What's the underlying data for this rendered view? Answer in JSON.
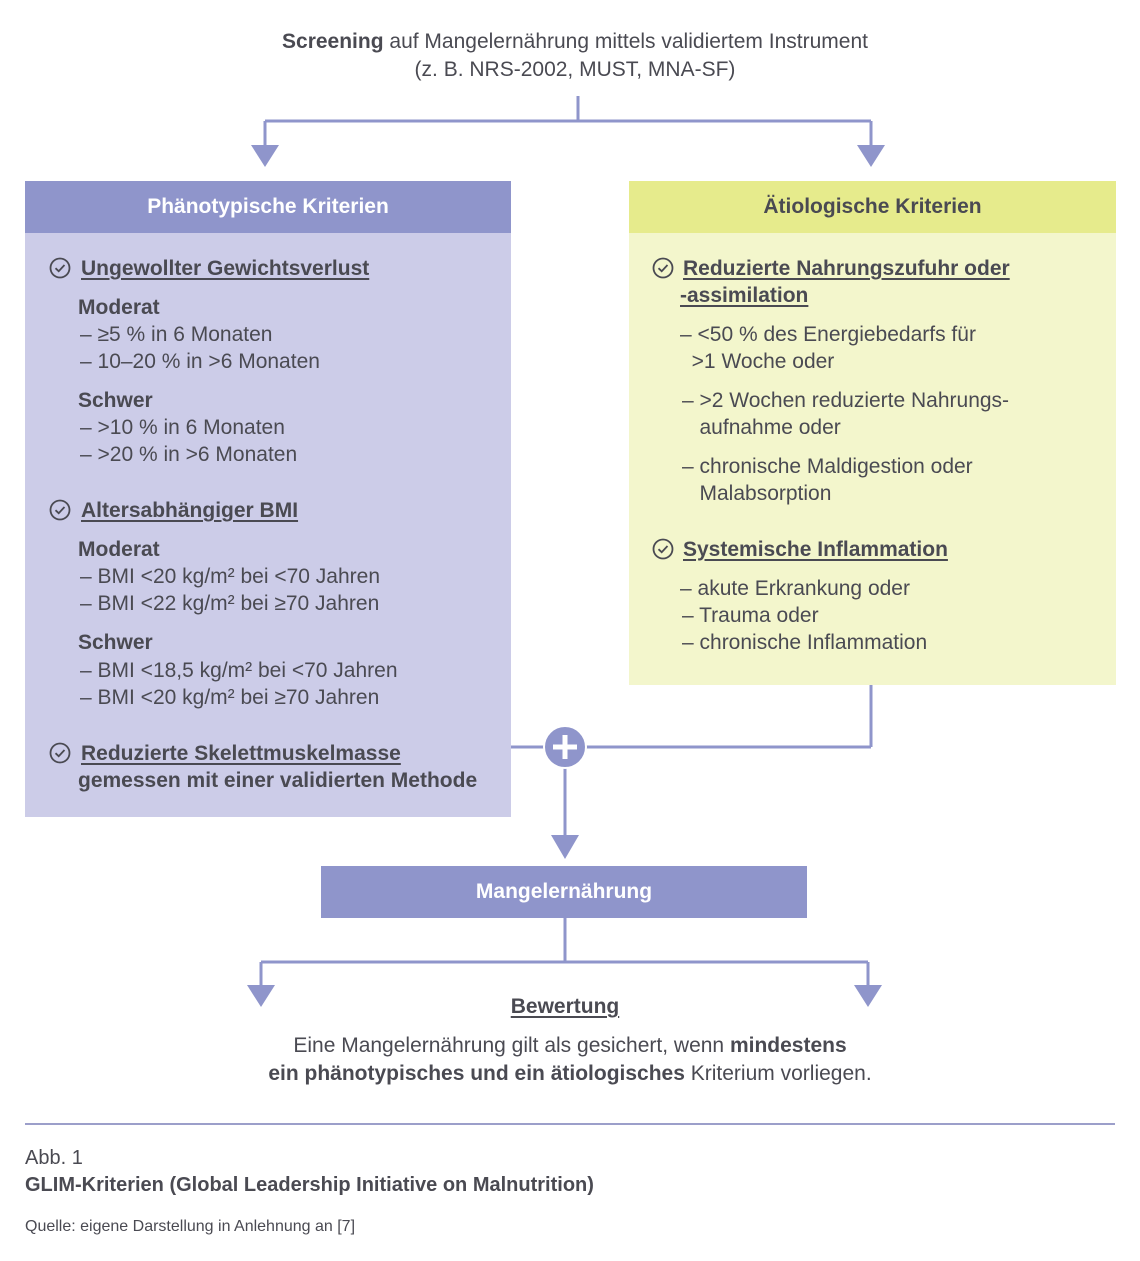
{
  "screening": {
    "bold": "Screening",
    "rest": " auf Mangelernährung mittels validiertem Instrument",
    "line2": "(z. B. NRS-2002, MUST, MNA-SF)"
  },
  "phenotypic": {
    "title": "Phänotypische Kriterien",
    "criterion1": {
      "title": "Ungewollter Gewichtsverlust",
      "moderate_label": "Moderat",
      "moderate_lines": [
        "– ≥5 % in 6 Monaten",
        "– 10–20 % in >6 Monaten"
      ],
      "severe_label": "Schwer",
      "severe_lines": [
        "– >10 % in 6 Monaten",
        "– >20 % in >6 Monaten"
      ]
    },
    "criterion2": {
      "title": "Altersabhängiger BMI",
      "moderate_label": "Moderat",
      "moderate_lines": [
        "– BMI <20 kg/m² bei <70 Jahren",
        "– BMI <22 kg/m² bei ≥70 Jahren"
      ],
      "severe_label": "Schwer",
      "severe_lines": [
        "– BMI <18,5 kg/m² bei <70 Jahren",
        "– BMI <20 kg/m² bei ≥70 Jahren"
      ]
    },
    "criterion3": {
      "title": "Reduzierte Skelettmuskelmasse",
      "subtitle": "gemessen mit einer validierten Methode"
    }
  },
  "etiologic": {
    "title": "Ätiologische Kriterien",
    "criterion1": {
      "title_line1": "Reduzierte Nahrungszufuhr oder",
      "title_line2": "-assimilation",
      "items": [
        [
          "– <50 % des Energiebedarfs für",
          "  >1 Woche oder"
        ],
        [
          "– >2 Wochen reduzierte Nahrungs-",
          "   aufnahme oder"
        ],
        [
          "– chronische Maldigestion oder",
          "   Malabsorption"
        ]
      ]
    },
    "criterion2": {
      "title": "Systemische Inflammation",
      "items": [
        "– akute Erkrankung oder",
        "– Trauma oder",
        "– chronische Inflammation"
      ]
    }
  },
  "result": {
    "label": "Mangelernährung"
  },
  "evaluation": {
    "title": "Bewertung",
    "text1": "Eine Mangelernährung gilt als gesichert, wenn ",
    "text1_bold": "mindestens",
    "text2_bold": "ein phänotypisches und ein ätiologisches",
    "text2": " Kriterium vorliegen."
  },
  "caption": {
    "figure_number": "Abb. 1",
    "figure_title": "GLIM-Kriterien (Global Leadership Initiative on Malnutrition)",
    "source": "Quelle: eigene Darstellung in Anlehnung an [7]"
  },
  "icons": {
    "check": "check-circle-icon",
    "plus": "plus-circle-icon",
    "arrow": "arrow-down-icon"
  },
  "colors": {
    "phenotypic_header": "#8f95cb",
    "phenotypic_body": "#cccce8",
    "etiologic_header": "#e6eb8c",
    "etiologic_body": "#f3f6cc",
    "connector": "#8f95cb",
    "text": "#4a4a52"
  }
}
